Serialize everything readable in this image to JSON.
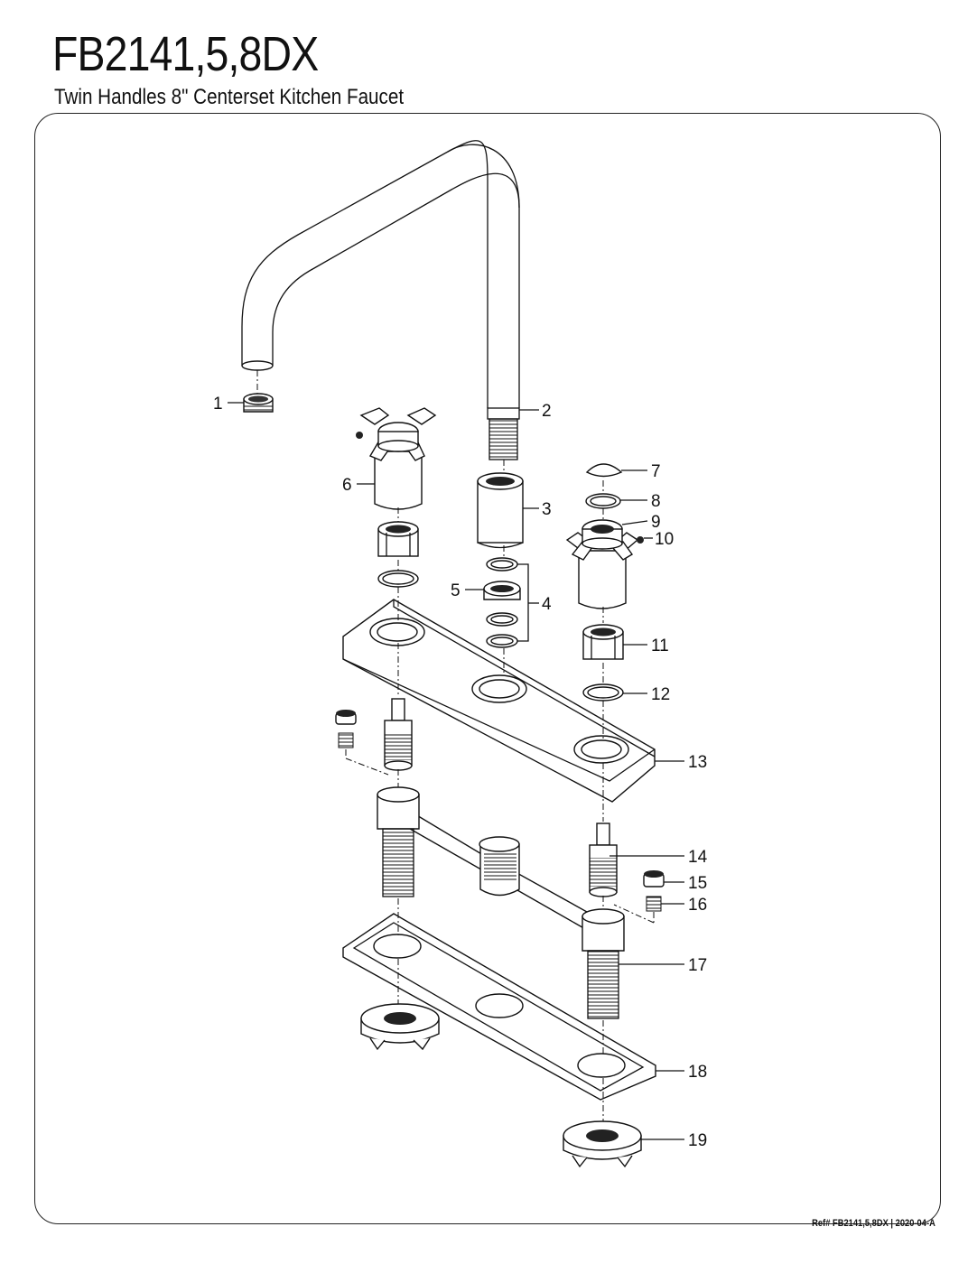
{
  "header": {
    "model": "FB2141,5,8DX",
    "description": "Twin Handles 8\" Centerset Kitchen Faucet"
  },
  "callouts": [
    "1",
    "2",
    "3",
    "4",
    "5",
    "6",
    "7",
    "8",
    "9",
    "10",
    "11",
    "12",
    "13",
    "14",
    "15",
    "16",
    "17",
    "18",
    "19"
  ],
  "footer": {
    "reference": "Ref# FB2141,5,8DX | 2020-04-A"
  }
}
